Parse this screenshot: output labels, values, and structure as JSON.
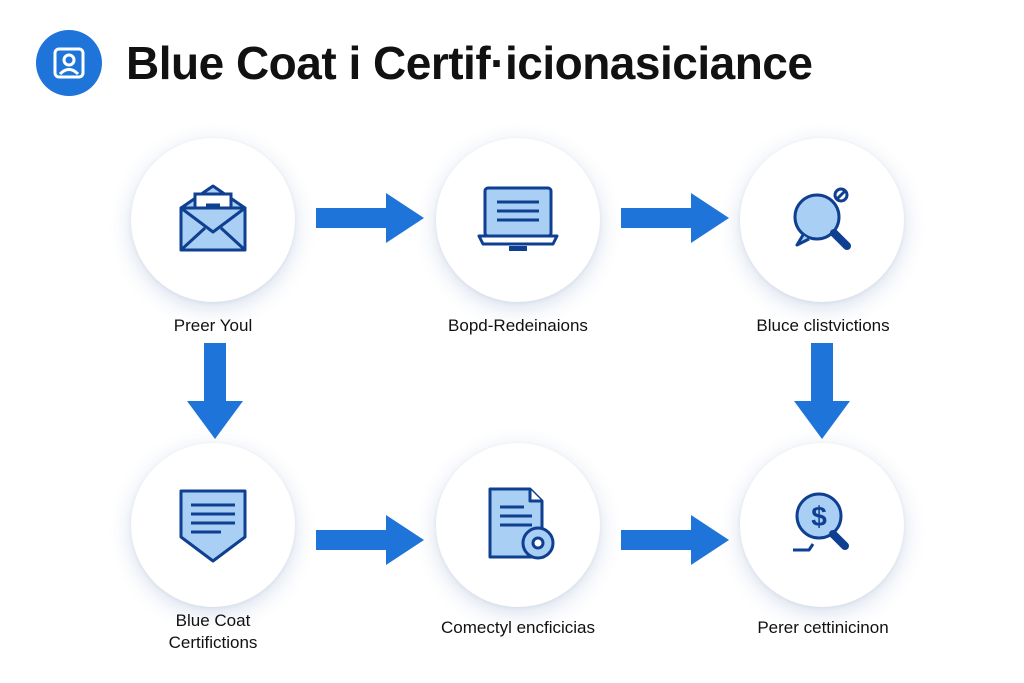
{
  "header": {
    "title": "Blue Coat i Certif·icionasiciance",
    "logo_icon": "user-badge-icon"
  },
  "colors": {
    "accent": "#1e74d8",
    "icon_fill": "#a9cff5",
    "icon_stroke": "#0f3f91"
  },
  "nodes": [
    {
      "label": "Preer Youl",
      "icon": "envelope-icon"
    },
    {
      "label": "Bopd-Redeinaions",
      "icon": "monitor-icon"
    },
    {
      "label": "Bluce clistvictions",
      "icon": "magnifier-icon"
    },
    {
      "label_line1": "Blue Coat",
      "label_line2": "Certifictions",
      "icon": "document-shield-icon"
    },
    {
      "label": "Comectyl encficicias",
      "icon": "document-badge-icon"
    },
    {
      "label": "Perer cettinicinon",
      "icon": "dollar-search-icon"
    }
  ]
}
